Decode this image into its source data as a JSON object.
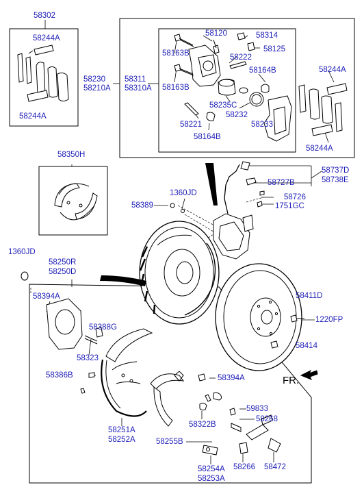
{
  "diagram": {
    "labels": {
      "l58302": "58302",
      "l58244A_top": "58244A",
      "l58244A_left_bottom": "58244A",
      "l58230": "58230",
      "l58210A": "58210A",
      "l58311": "58311",
      "l58310A": "58310A",
      "l58120": "58120",
      "l58314": "58314",
      "l58125": "58125",
      "l58163B_a": "58163B",
      "l58222": "58222",
      "l58164B_a": "58164B",
      "l58163B_b": "58163B",
      "l58244A_right_top": "58244A",
      "l58235C": "58235C",
      "l58232": "58232",
      "l58233": "58233",
      "l58221": "58221",
      "l58164B_b": "58164B",
      "l58244A_right_bottom": "58244A",
      "l58350H": "58350H",
      "l58737D": "58737D",
      "l58738E": "58738E",
      "l58727B": "58727B",
      "l1360JD_a": "1360JD",
      "l58726": "58726",
      "l58389": "58389",
      "l1751GC": "1751GC",
      "l1360JD_b": "1360JD",
      "l58250R": "58250R",
      "l58250D": "58250D",
      "l58411D": "58411D",
      "l58394A_a": "58394A",
      "l1220FP": "1220FP",
      "l58388G": "58388G",
      "l58414": "58414",
      "l58323": "58323",
      "l58386B": "58386B",
      "l58394A_b": "58394A",
      "l59833": "59833",
      "l58268": "58268",
      "l58251A": "58251A",
      "l58252A": "58252A",
      "l58322B": "58322B",
      "l58255B": "58255B",
      "l58254A": "58254A",
      "l58253A": "58253A",
      "l58266": "58266",
      "l58472": "58472"
    },
    "front_marker": "FR."
  }
}
